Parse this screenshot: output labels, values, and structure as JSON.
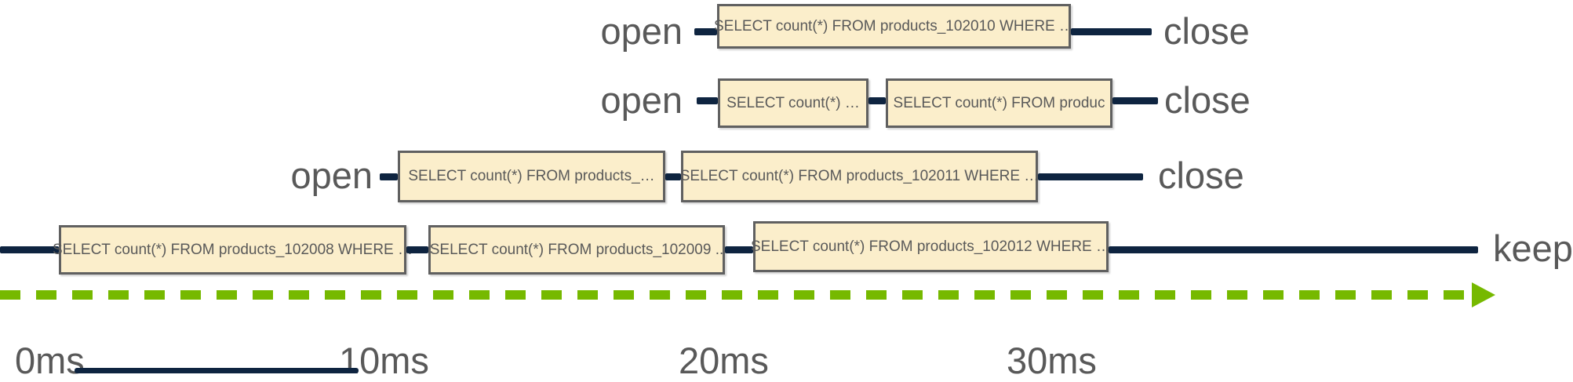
{
  "diagram": {
    "description_labels": {
      "open": "open",
      "close": "close",
      "keep": "keep"
    },
    "rows": [
      {
        "start_label": "open",
        "end_label": "close",
        "boxes": [
          {
            "text": "SELECT count(*) FROM products_102010 WHERE …"
          }
        ]
      },
      {
        "start_label": "open",
        "end_label": "close",
        "boxes": [
          {
            "text": "SELECT count(*) …"
          },
          {
            "text": "SELECT count(*) FROM produc"
          }
        ]
      },
      {
        "start_label": "open",
        "end_label": "close",
        "boxes": [
          {
            "text": "SELECT count(*) FROM products_…"
          },
          {
            "text": "SELECT count(*) FROM products_102011 WHERE …"
          }
        ]
      },
      {
        "start_label": "",
        "end_label": "keep",
        "boxes": [
          {
            "text": "SELECT count(*) FROM products_102008 WHERE …"
          },
          {
            "text": "SELECT count(*) FROM products_102009 .."
          },
          {
            "text": "SELECT count(*) FROM products_102012 WHERE …"
          }
        ]
      }
    ],
    "time_axis": {
      "ticks": [
        {
          "label": "0ms"
        },
        {
          "label": "10ms"
        },
        {
          "label": "20ms"
        },
        {
          "label": "30ms"
        }
      ]
    }
  },
  "colors": {
    "line_navy": "#0e2440",
    "box_fill": "#fbeecb",
    "box_border": "#606060",
    "label_gray": "#595959",
    "axis_green": "#76b900"
  }
}
